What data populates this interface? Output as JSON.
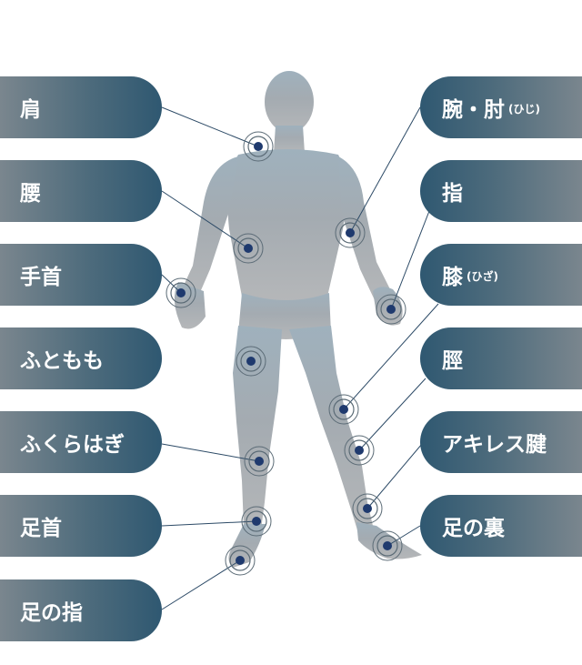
{
  "left_labels": [
    {
      "text": "肩",
      "sub": ""
    },
    {
      "text": "腰",
      "sub": ""
    },
    {
      "text": "手首",
      "sub": ""
    },
    {
      "text": "ふともも",
      "sub": ""
    },
    {
      "text": "ふくらはぎ",
      "sub": ""
    },
    {
      "text": "足首",
      "sub": ""
    },
    {
      "text": "足の指",
      "sub": ""
    }
  ],
  "right_labels": [
    {
      "text": "腕・肘",
      "sub": "(ひじ)"
    },
    {
      "text": "指",
      "sub": ""
    },
    {
      "text": "膝",
      "sub": "(ひざ)"
    },
    {
      "text": "脛",
      "sub": ""
    },
    {
      "text": "アキレス腱",
      "sub": ""
    },
    {
      "text": "足の裏",
      "sub": ""
    }
  ],
  "colors": {
    "marker_dot": "#1f3a6e",
    "marker_ring": "#5b6b76",
    "leader_line": "#2c4a66"
  }
}
